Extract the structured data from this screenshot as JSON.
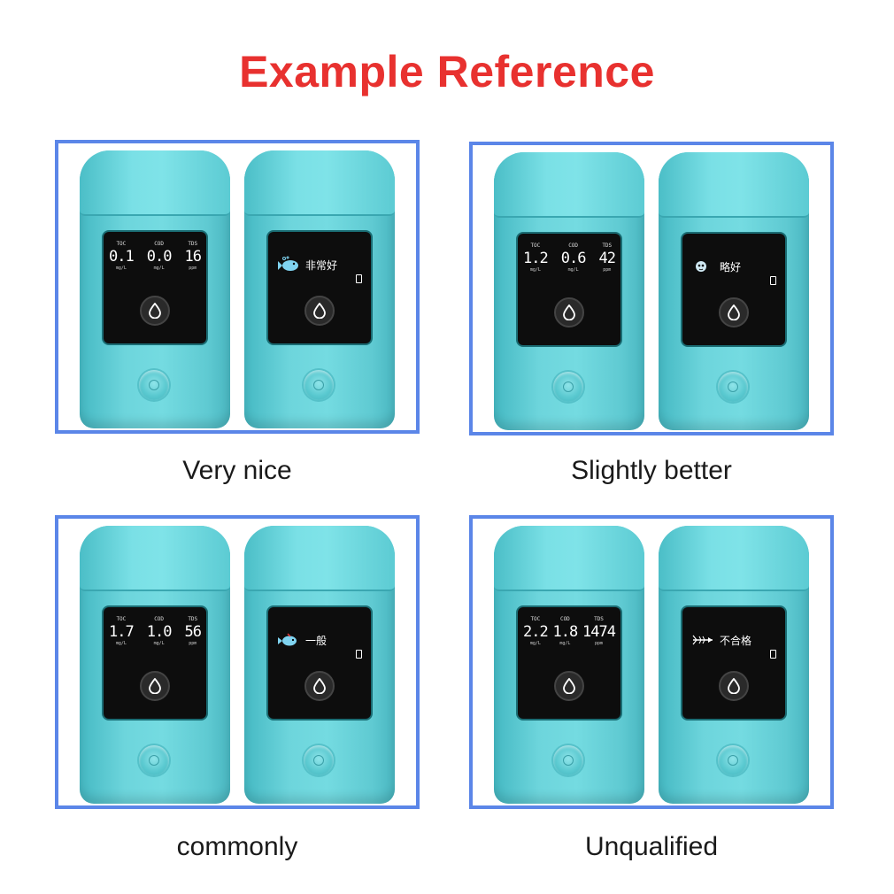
{
  "title": "Example Reference",
  "panels": [
    {
      "caption": "Very nice",
      "readings": [
        {
          "label": "TOC",
          "value": "0.1",
          "unit": "mg/L"
        },
        {
          "label": "COD",
          "value": "0.0",
          "unit": "mg/L"
        },
        {
          "label": "TDS",
          "value": "16",
          "unit": "ppm"
        }
      ],
      "quality_text": "非常好",
      "quality_icon": "happy-fish-icon"
    },
    {
      "caption": "Slightly better",
      "readings": [
        {
          "label": "TOC",
          "value": "1.2",
          "unit": "mg/L"
        },
        {
          "label": "COD",
          "value": "0.6",
          "unit": "mg/L"
        },
        {
          "label": "TDS",
          "value": "42",
          "unit": "ppm"
        }
      ],
      "quality_text": "略好",
      "quality_icon": "small-fish-icon"
    },
    {
      "caption": "commonly",
      "readings": [
        {
          "label": "TOC",
          "value": "1.7",
          "unit": "mg/L"
        },
        {
          "label": "COD",
          "value": "1.0",
          "unit": "mg/L"
        },
        {
          "label": "TDS",
          "value": "56",
          "unit": "ppm"
        }
      ],
      "quality_text": "一般",
      "quality_icon": "fish-icon"
    },
    {
      "caption": "Unqualified",
      "readings": [
        {
          "label": "TOC",
          "value": "2.2",
          "unit": "mg/L"
        },
        {
          "label": "COD",
          "value": "1.8",
          "unit": "mg/L"
        },
        {
          "label": "TDS",
          "value": "1474",
          "unit": "ppm"
        }
      ],
      "quality_text": "不合格",
      "quality_icon": "fish-bone-icon"
    }
  ],
  "colors": {
    "title": "#e8312f",
    "panel_border": "#5b86e8",
    "device_body": "#6dd5dc"
  }
}
